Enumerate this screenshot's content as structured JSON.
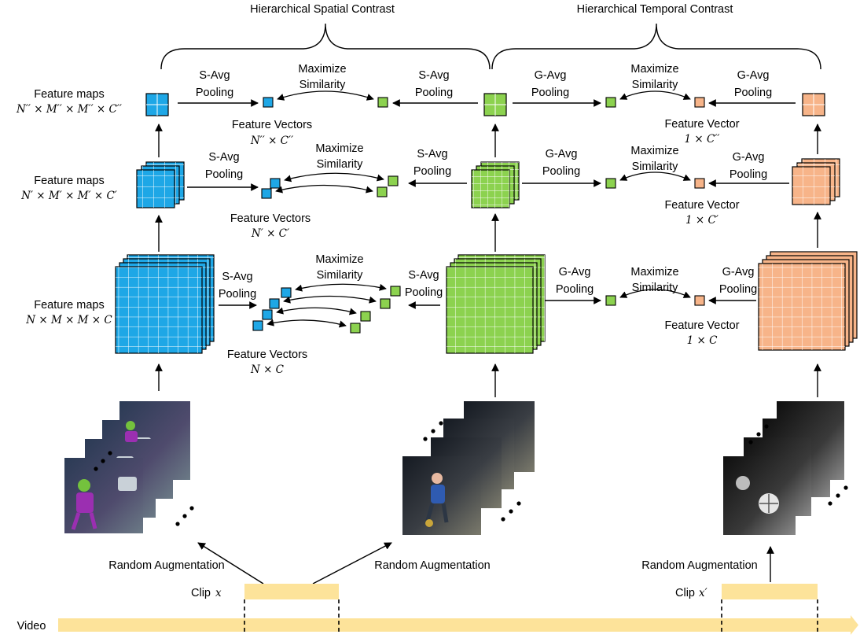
{
  "titles": {
    "spatial": "Hierarchical Spatial Contrast",
    "temporal": "Hierarchical Temporal Contrast"
  },
  "ops": {
    "s_avg": "S-Avg",
    "g_avg": "G-Avg",
    "pooling": "Pooling",
    "maximize": "Maximize",
    "similarity": "Similarity"
  },
  "labels": {
    "feature_maps": "Feature maps",
    "feature_vectors": "Feature Vectors",
    "feature_vector": "Feature Vector",
    "random_augmentation": "Random Augmentation",
    "video": "Video",
    "clip": "Clip"
  },
  "math": {
    "fm_level3": "N′′ × M′′ × M′′ × C′′",
    "fm_level2": "N′ × M′ × M′ × C′",
    "fm_level1": "N × M × M × C",
    "fv_spatial_level3": "N′′ × C′′",
    "fv_spatial_level2": "N′ × C′",
    "fv_spatial_level1": "N × C",
    "fv_temporal_level3": "1 × C′′",
    "fv_temporal_level2": "1 × C′",
    "fv_temporal_level1": "1 × C",
    "clip_x": "x",
    "clip_x_prime": "x′"
  },
  "colors": {
    "blue": "#1ea7e6",
    "green": "#8cd24f",
    "orange": "#f7b489",
    "clip_bar": "#fde39a",
    "black": "#000000"
  }
}
